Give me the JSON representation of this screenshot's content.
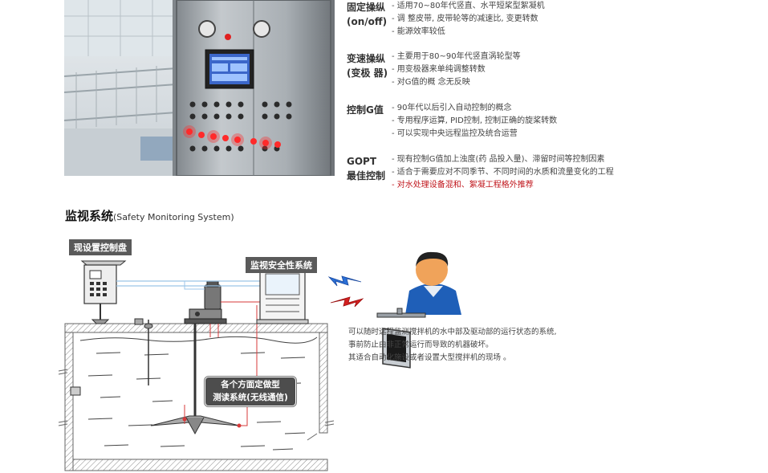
{
  "specs": [
    {
      "label_lines": [
        "固定操纵",
        "(on/off)"
      ],
      "items": [
        "- 适用70~80年代竖直、水平短桨型絮凝机",
        "- 调 整皮带, 皮带轮等的减速比, 变更转数",
        "- 能源效率较低"
      ]
    },
    {
      "label_lines": [
        "变速操纵",
        "(变极 器)"
      ],
      "items": [
        "- 主要用于80~90年代竖直涡轮型等",
        "- 用变极器来单纯调整转数",
        "- 对G值的概 念无反映"
      ]
    },
    {
      "label_lines": [
        "控制G值"
      ],
      "items": [
        "- 90年代以后引入自动控制的概念",
        "- 专用程序运算, PID控制, 控制正确的旋桨转数",
        "- 可以实现中央远程监控及统合运营"
      ]
    },
    {
      "label_lines": [
        "GOPT",
        "最佳控制"
      ],
      "items": [
        "- 现有控制G值加上浊度(药 品投入量)、滞留时间等控制因素",
        "- 适合于需要应对不同季节、不同时间的水质和流量变化的工程"
      ],
      "highlight": "- 对水处理设备混和、絮凝工程格外推荐"
    }
  ],
  "section": {
    "title": "监视系统",
    "subtitle": "(Safety Monitoring System)"
  },
  "diagram": {
    "panel_tag": "现设置控制盘",
    "system_tag": "监视安全性系统",
    "bubble_line1": "各个方面定做型",
    "bubble_line2": "测读系统(无线通信)"
  },
  "description": [
    "可以随时远程监测搅拌机的水中部及驱动部的运行状态的系统,",
    "事前防止由非正常运行而导致的机器破坏。",
    "其适合自动化施设或者设置大型搅拌机的现场 。"
  ],
  "colors": {
    "highlight": "#c0151b",
    "tag_bg": "#5a5a5a",
    "signal_blue": "#2a6fd6",
    "signal_red": "#d42020",
    "wire": "#d73a3a"
  }
}
